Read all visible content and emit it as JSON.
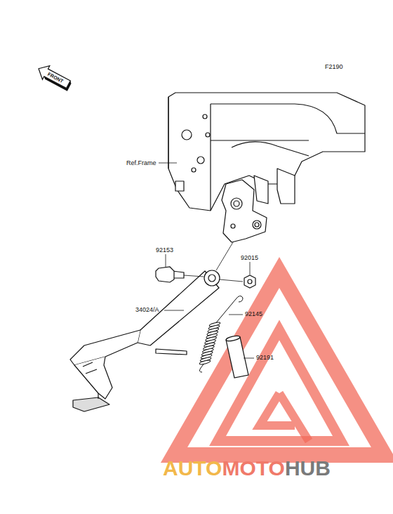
{
  "diagram": {
    "labels": [
      "F2190",
      "FRONT",
      "Ref.Frame",
      "92153",
      "92015",
      "34024/A",
      "92145",
      "92191",
      "AUTO",
      "MOTO",
      "HUB"
    ]
  }
}
